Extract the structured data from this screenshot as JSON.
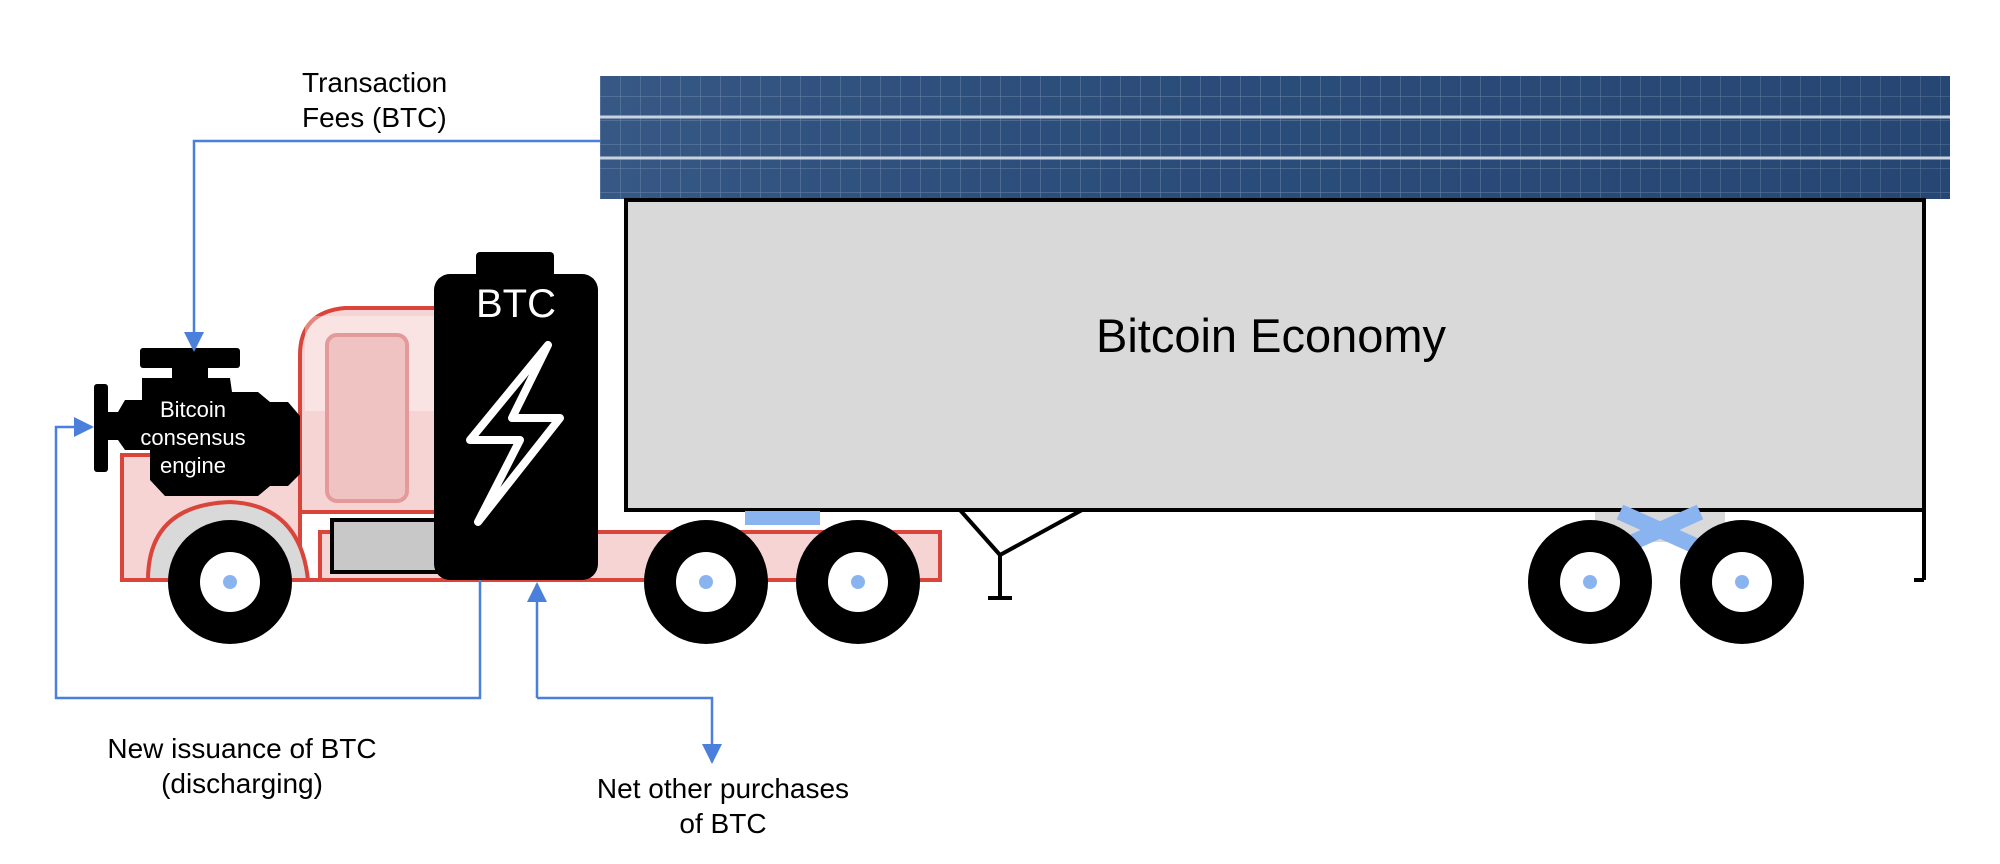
{
  "diagram": {
    "trailer_label": "Bitcoin Economy",
    "battery_label": "BTC",
    "engine_label": [
      "Bitcoin",
      "consensus",
      "engine"
    ],
    "annotations": {
      "fees": [
        "Transaction",
        "Fees (BTC)"
      ],
      "issuance": [
        "New issuance of BTC",
        "(discharging)"
      ],
      "purchases": [
        "Net other purchases",
        "of BTC"
      ]
    },
    "icons": [
      "solar-panel-icon",
      "truck-icon",
      "battery-icon",
      "lightning-bolt-icon",
      "engine-icon"
    ],
    "colors": {
      "arrow": "#4a7fdb",
      "truck_outline": "#d9453b",
      "truck_fill": "#f6d4d4",
      "trailer_fill": "#d9d9d9",
      "solar_panel": "#2e5080",
      "wheel": "#000000",
      "hub": "#8ab4f0"
    }
  }
}
